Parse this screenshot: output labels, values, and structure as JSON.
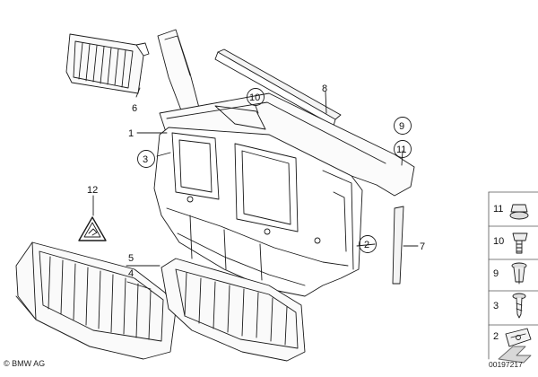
{
  "callouts": {
    "c1": "1",
    "c2": "2",
    "c3": "3",
    "c4": "4",
    "c5": "5",
    "c6": "6",
    "c7": "7",
    "c8": "8",
    "c9": "9",
    "c10": "10",
    "c11": "11",
    "c12": "12"
  },
  "legend": {
    "items": [
      {
        "num": "11",
        "icon": "cap-nut-icon"
      },
      {
        "num": "10",
        "icon": "bolt-icon"
      },
      {
        "num": "9",
        "icon": "expanding-rivet-icon"
      },
      {
        "num": "3",
        "icon": "screw-icon"
      },
      {
        "num": "2",
        "icon": "spring-nut-icon"
      }
    ]
  },
  "footer": {
    "copyright": "© BMW AG",
    "doc_number": "00197217"
  }
}
